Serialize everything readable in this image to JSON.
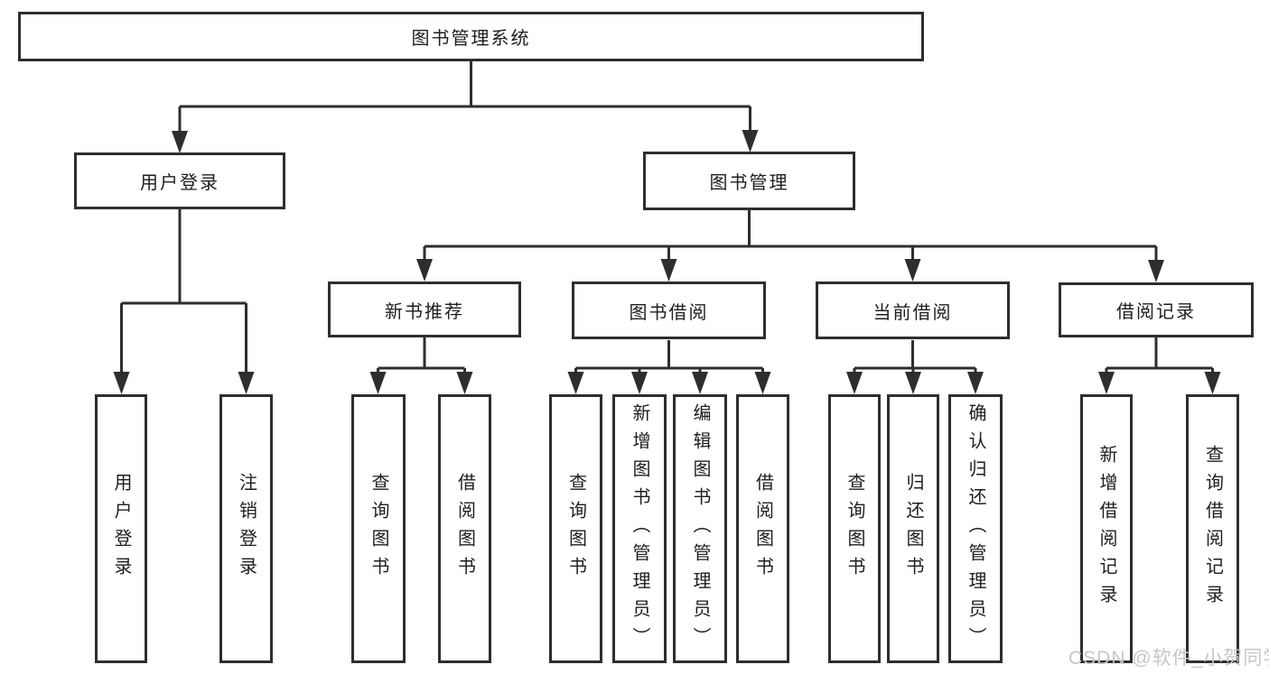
{
  "title": "图书管理系统",
  "level2": {
    "user_login": "用户登录",
    "book_management": "图书管理"
  },
  "level3": {
    "new_book_recommend": "新书推荐",
    "book_borrowing": "图书借阅",
    "current_borrowing": "当前借阅",
    "borrowing_records": "借阅记录"
  },
  "leaves": {
    "user_login": [
      "用户登录",
      "注销登录"
    ],
    "new_book_recommend": [
      "查询图书",
      "借阅图书"
    ],
    "book_borrowing": [
      "查询图书",
      "新增图书（管理员）",
      "编辑图书（管理员）",
      "借阅图书"
    ],
    "current_borrowing": [
      "查询图书",
      "归还图书",
      "确认归还（管理员）"
    ],
    "borrowing_records": [
      "新增借阅记录",
      "查询借阅记录"
    ]
  },
  "watermark": "CSDN @软件_小贺同学",
  "colors": {
    "line": "#2e2e2e",
    "text": "#1e1e1e",
    "watermark": "#c7c7c7",
    "background": "#ffffff"
  }
}
